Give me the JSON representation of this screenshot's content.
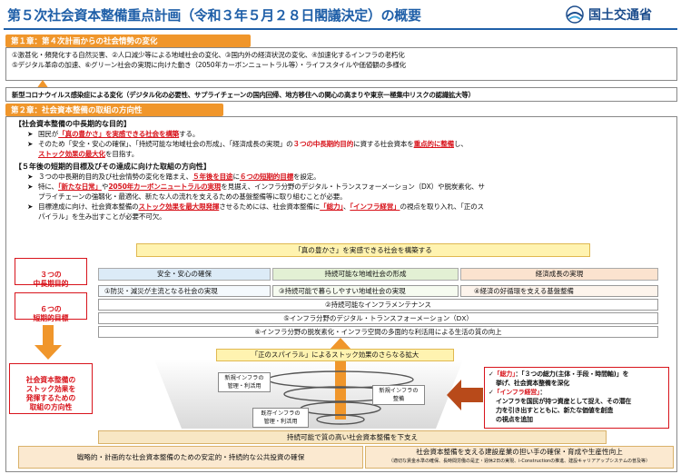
{
  "header": {
    "title": "第５次社会資本整備重点計画（令和３年５月２８日閣議決定）の概要",
    "org": "国土交通省"
  },
  "chapter1": {
    "heading": "第１章：第４次計画からの社会情勢の変化",
    "line1": "①激甚化・頻発化する自然災害、②人口減少等による地域社会の変化、③国内外の経済状況の変化、④加速化するインフラの老朽化",
    "line2": "⑤デジタル革命の加速、⑥グリーン社会の実現に向けた動き（2050年カーボンニュートラル等）・ライフスタイルや価値観の多様化",
    "covid": "新型コロナウイルス感染症による変化（デジタル化の必要性、サプライチェーンの国内回帰、地方移住への関心の高まりや東京一極集中リスクの認識拡大等）"
  },
  "chapter2": {
    "heading": "第２章：社会資本整備の取組の方向性",
    "section_a": "【社会資本整備の中長期的な目的】",
    "a1_pre": "国民が",
    "a1_red": "「真の豊かさ」を実感できる社会を構築",
    "a1_post": "する。",
    "a2_pre": "そのため「安全・安心の確保」、「持続可能な地域社会の形成」、「経済成長の実現」の",
    "a2_red": "３つの中長期的目的",
    "a2_mid": "に資する社会資本を",
    "a2_red2": "重点的に整備",
    "a2_post": "し、",
    "a3_red": "ストック効果の最大化",
    "a3_post": "を目指す。",
    "section_b": "【５年後の短期的目標及びその達成に向けた取組の方向性】",
    "b1_pre": "３つの中長期的目的及び社会情勢の変化を踏まえ、",
    "b1_red": "５年後を目途",
    "b1_mid": "に",
    "b1_red2": "６つの短期的目標",
    "b1_post": "を設定。",
    "b2_pre": "特に、",
    "b2_red": "「新たな日常」",
    "b2_mid": "や",
    "b2_red2": "2050年カーボンニュートラルの実現",
    "b2_post": "を見据え、インフラ分野のデジタル・トランスフォーメーション（DX）や脱炭素化、サ",
    "b2_line2": "プライチェーンの強靱化・最適化、新たな人の流れを支えるための基盤整備等に取り組むことが必要。",
    "b3_pre": "目標達成に向け、社会資本整備の",
    "b3_red": "ストック効果を最大限発揮",
    "b3_mid": "させるためには、社会資本整備に",
    "b3_red2": "「総力」",
    "b3_mid2": "、",
    "b3_red3": "「インフラ経営」",
    "b3_post": "の視点を取り入れ、「正のス",
    "b3_line2": "パイラル」を生み出すことが必要不可欠。"
  },
  "diagram": {
    "top_banner": "「真の豊かさ」を実感できる社会を構築する",
    "label_mid": "３つの\n中長期目的",
    "label_short": "６つの\n短期的目標",
    "label_method": "社会資本整備の\nストック効果を\n発揮するための\n取組の方向性",
    "pillars": [
      "安全・安心の確保",
      "持続可能な地域社会の形成",
      "経済成長の実現"
    ],
    "goal1": "①防災・減災が主流となる社会の実現",
    "goal3": "③持続可能で暮らしやすい地域社会の実現",
    "goal4": "④経済の好循環を支える基盤整備",
    "goal2": "②持続可能なインフラメンテナンス",
    "goal5": "⑤インフラ分野のデジタル・トランスフォーメーション（DX）",
    "goal6": "⑥インフラ分野の脱炭素化・インフラ空間の多面的な利活用による生活の質の向上",
    "spiral_title": "「正のスパイラル」によるストック効果のさらなる拡大",
    "spiral_new_util": "新規インフラの\n管理・利活用",
    "spiral_new_build": "新規インフラの\n整備",
    "spiral_exist": "既存インフラの\n管理・利活用",
    "side_l1_red": "「総力」",
    "side_l1": "：「３つの総力(主体・手段・時間軸)」を",
    "side_l2": "挙げ、社会資本整備を深化",
    "side_l3_red": "「インフラ経営」",
    "side_l3": "：",
    "side_l4": "インフラを国民が持つ資産として捉え、その潜在",
    "side_l5": "力を引き出すとともに、新たな価値を創造",
    "side_l6": "の視点を追加",
    "base_banner": "持続可能で質の高い社会資本整備を下支え",
    "base_left": "戦略的・計画的な社会資本整備のための安定的・持続的な公共投資の確保",
    "base_right": "社会資本整備を支える建設産業の担い手の確保・育成や生産性向上",
    "base_right_sub": "（適切な賃金水準の確保、長時間労働の是正・週休2日の実現、i-Constructionの推進、建設キャリアアップシステムの普及等）"
  },
  "colors": {
    "accent_blue": "#1f5fa8",
    "heading_orange": "#f0962b",
    "emphasis_red": "#d8141c"
  }
}
